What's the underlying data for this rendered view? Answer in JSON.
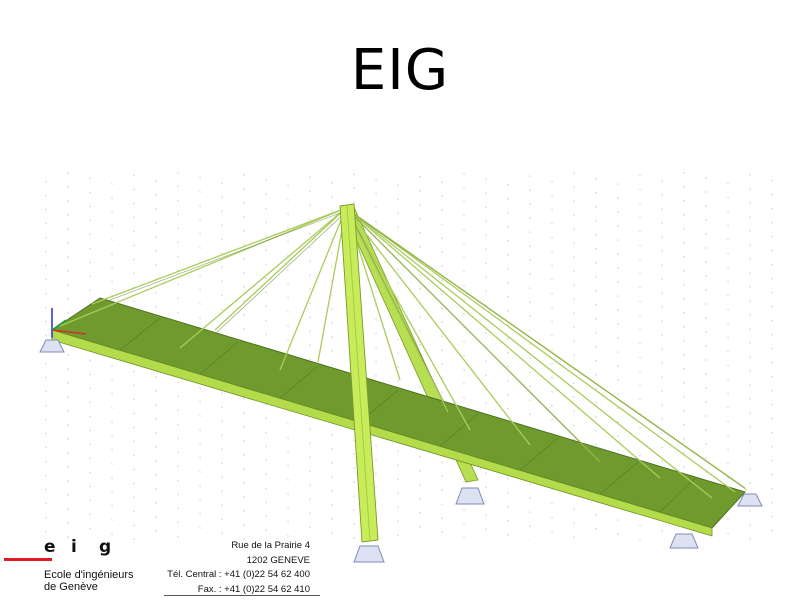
{
  "slide": {
    "title": "EIG"
  },
  "footer": {
    "logo_letters": [
      "e",
      "i",
      "g"
    ],
    "school_line1": "Ecole d'ingénieurs",
    "school_line2": "de Genève",
    "address_line1": "Rue de la Prairie 4",
    "address_line2": "1202 GENEVE",
    "phone": "Tél. Central : +41 (0)22 54 62 400",
    "fax": "Fax. : +41 (0)22 54 62 410"
  },
  "colors": {
    "deck": "#6f9a2e",
    "deck_edge": "#b4dc4a",
    "pylon": "#c8ec5a",
    "cable": "#a9cc5c",
    "support": "#8a96c0",
    "logo_red": "#e01b24"
  }
}
